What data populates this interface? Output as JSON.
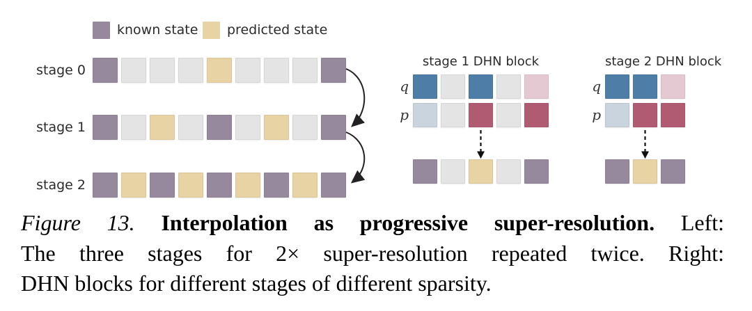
{
  "figure": {
    "palette": {
      "known": "#97899D",
      "predicted": "#E8D3A4",
      "empty": "#E5E4E4",
      "q_active": "#4E7DA7",
      "q_faint": "#E4C9D3",
      "p_faint": "#C9D4DE",
      "p_active": "#B15B73"
    },
    "legend": {
      "items": [
        {
          "label": "known state",
          "color_key": "known"
        },
        {
          "label": "predicted state",
          "color_key": "predicted"
        }
      ]
    },
    "left_panel": {
      "stages": [
        {
          "label": "stage 0",
          "cells": [
            "known",
            "empty",
            "empty",
            "empty",
            "predicted",
            "empty",
            "empty",
            "empty",
            "known"
          ]
        },
        {
          "label": "stage 1",
          "cells": [
            "known",
            "empty",
            "predicted",
            "empty",
            "known",
            "empty",
            "predicted",
            "empty",
            "known"
          ]
        },
        {
          "label": "stage 2",
          "cells": [
            "known",
            "predicted",
            "known",
            "predicted",
            "known",
            "predicted",
            "known",
            "predicted",
            "known"
          ]
        }
      ]
    },
    "right_panel": {
      "blocks": [
        {
          "title": "stage 1 DHN block",
          "q_label": "q",
          "p_label": "p",
          "q_cells": [
            "q_active",
            "empty",
            "q_active",
            "empty",
            "q_faint"
          ],
          "p_cells": [
            "p_faint",
            "empty",
            "p_active",
            "empty",
            "p_active"
          ],
          "out_cells": [
            "known",
            "empty",
            "predicted",
            "empty",
            "known"
          ],
          "arrow_col": 2
        },
        {
          "title": "stage 2 DHN block",
          "q_label": "q",
          "p_label": "p",
          "q_cells": [
            "q_active",
            "q_active",
            "q_faint"
          ],
          "p_cells": [
            "p_faint",
            "p_active",
            "p_active"
          ],
          "out_cells": [
            "known",
            "predicted",
            "known"
          ],
          "arrow_col": 1
        }
      ]
    }
  },
  "caption": {
    "figure_label": "Figure 13.",
    "title": "Interpolation as progressive super-resolution.",
    "left_tag": "Left:",
    "line2": "The three stages for 2× super-resolution repeated twice.  Right:",
    "line3": "DHN blocks for different stages of different sparsity."
  }
}
